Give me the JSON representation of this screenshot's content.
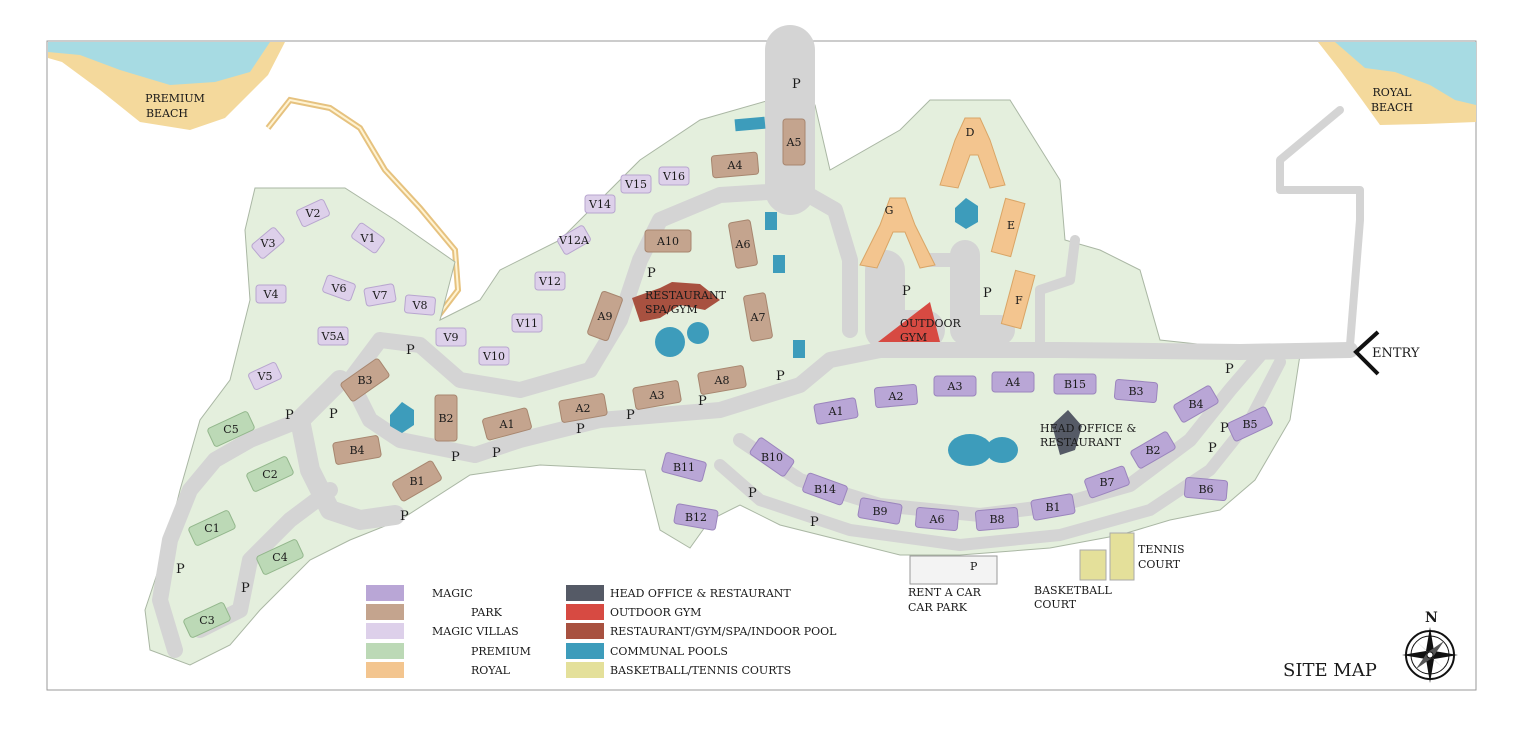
{
  "title": "SITE MAP",
  "compass_letter": "N",
  "colors": {
    "land": "#e4efdd",
    "road": "#d4d4d4",
    "sea": "#a7dbe3",
    "sand": "#f4d99c",
    "path": "#e6c27f",
    "magic": "#b9a6d6",
    "park": "#c4a48e",
    "magic_villas": "#ddd0ea",
    "premium": "#bcd9b6",
    "royal": "#f3c58f",
    "head_office": "#555a66",
    "outdoor_gym": "#d74a42",
    "restaurant": "#a85140",
    "pools": "#3d9cbb",
    "courts": "#e4e09a"
  },
  "beaches": {
    "premium": "PREMIUM BEACH",
    "royal": "ROYAL BEACH"
  },
  "entry": "ENTRY",
  "labels": {
    "restaurant_line1": "RESTAURANT",
    "restaurant_line2": "SPA/GYM",
    "outdoor_gym_line1": "OUTDOOR",
    "outdoor_gym_line2": "GYM",
    "head_office_line1": "HEAD OFFICE &",
    "head_office_line2": "RESTAURANT",
    "rent_car_line1": "RENT A CAR",
    "rent_car_line2": "CAR PARK",
    "basketball_line1": "BASKETBALL",
    "basketball_line2": "COURT",
    "tennis_line1": "TENNIS",
    "tennis_line2": "COURT",
    "parking": "P"
  },
  "legend": [
    {
      "label": "MAGIC",
      "color": "#b9a6d6"
    },
    {
      "label": "PARK",
      "color": "#c4a48e"
    },
    {
      "label": "MAGIC VILLAS",
      "color": "#ddd0ea"
    },
    {
      "label": "PREMIUM",
      "color": "#bcd9b6"
    },
    {
      "label": "ROYAL",
      "color": "#f3c58f"
    },
    {
      "label": "HEAD OFFICE & RESTAURANT",
      "color": "#555a66"
    },
    {
      "label": "OUTDOOR GYM",
      "color": "#d74a42"
    },
    {
      "label": "RESTAURANT/GYM/SPA/INDOOR POOL",
      "color": "#a85140"
    },
    {
      "label": "COMMUNAL POOLS",
      "color": "#3d9cbb"
    },
    {
      "label": "BASKETBALL/TENNIS COURTS",
      "color": "#e4e09a"
    }
  ],
  "buildings": {
    "magic": [
      "A1",
      "A2",
      "A3",
      "A4",
      "A6",
      "B1",
      "B2",
      "B3",
      "B4",
      "B5",
      "B6",
      "B7",
      "B8",
      "B9",
      "B10",
      "B11",
      "B12",
      "B14",
      "B15"
    ],
    "park": [
      "A1",
      "A2",
      "A3",
      "A4",
      "A5",
      "A6",
      "A7",
      "A8",
      "A9",
      "A10",
      "B1",
      "B2",
      "B3",
      "B4"
    ],
    "villas": [
      "V1",
      "V2",
      "V3",
      "V4",
      "V5",
      "V5A",
      "V6",
      "V7",
      "V8",
      "V9",
      "V10",
      "V11",
      "V12",
      "V12A",
      "V14",
      "V15",
      "V16"
    ],
    "premium": [
      "C1",
      "C2",
      "C3",
      "C4",
      "C5"
    ],
    "royal": [
      "D",
      "E",
      "F",
      "G"
    ]
  }
}
